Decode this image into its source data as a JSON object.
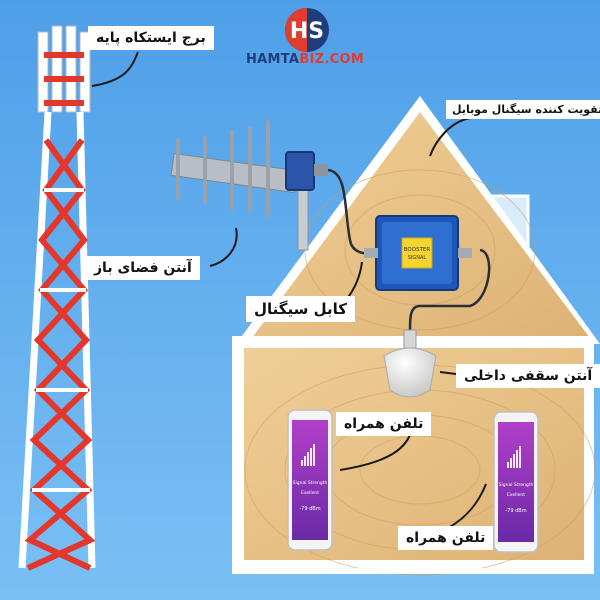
{
  "brand": {
    "name_part1": "HAMTA",
    "name_part2": "BIZ.COM",
    "logo_letters": "HS"
  },
  "labels": {
    "tower": "برج ایستکاه پایه",
    "booster": "تقویت کننده سیگنال موبایل",
    "outdoor_antenna": "آنتن فضای باز",
    "cable": "کابل سیگنال",
    "indoor_antenna": "آنتن سقفی داخلی",
    "phone_1": "تلفن همراه",
    "phone_2": "تلفن همراه"
  },
  "booster_device": {
    "line1": "BOOSTER",
    "line2": "SIGNAL"
  },
  "phone_screen": {
    "title": "Signal Strength",
    "quality": "Exellent",
    "value": "-79 dBm"
  },
  "colors": {
    "sky": "#5aa9ef",
    "wood": "#e9c489",
    "tower_red": "#e5362b",
    "booster_blue": "#1f57b8",
    "phone_purple": "#8b2fb5"
  }
}
